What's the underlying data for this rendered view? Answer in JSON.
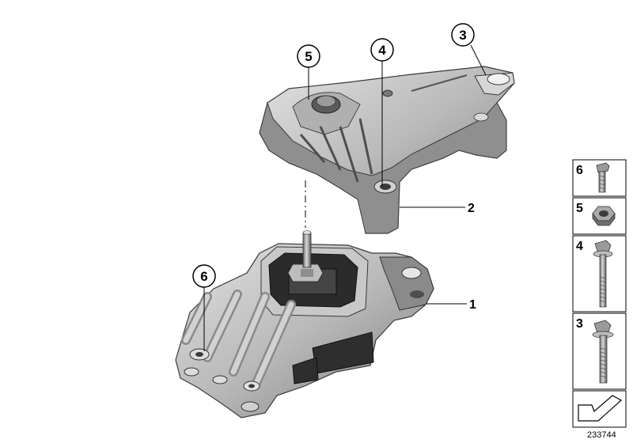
{
  "diagram": {
    "part_labels": {
      "p1": "1",
      "p2": "2",
      "p3": "3",
      "p4": "4",
      "p5": "5",
      "p6": "6"
    },
    "side_key": [
      {
        "label": "6",
        "part": "bolt-short"
      },
      {
        "label": "5",
        "part": "nut"
      },
      {
        "label": "4",
        "part": "bolt-long"
      },
      {
        "label": "3",
        "part": "bolt-medium"
      }
    ],
    "document_number": "233744",
    "colors": {
      "metal_light": "#c9c9c9",
      "metal_mid": "#a8a8a8",
      "metal_dark": "#6d6d6d",
      "rubber": "#2e2e2e",
      "line": "#000000"
    }
  }
}
